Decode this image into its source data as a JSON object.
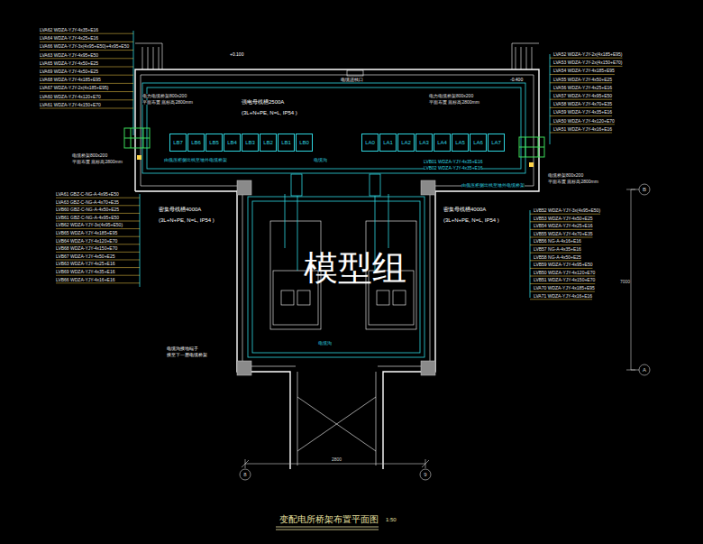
{
  "diagram": {
    "title": "变配电所桥架布置平面图",
    "nodes": [
      {
        "text": [
          "LB7"
        ]
      },
      {
        "text": [
          "LB6"
        ]
      },
      {
        "text": [
          "LB5"
        ]
      },
      {
        "text": [
          "LB4"
        ]
      },
      {
        "text": [
          "LB3"
        ]
      },
      {
        "text": [
          "LB2"
        ]
      },
      {
        "text": [
          "LB1"
        ]
      },
      {
        "text": [
          "LB0"
        ]
      },
      {
        "text": [
          "LA0"
        ]
      },
      {
        "text": [
          "LA1"
        ]
      },
      {
        "text": [
          "LA2"
        ]
      },
      {
        "text": [
          "LA3"
        ]
      },
      {
        "text": [
          "LA4"
        ]
      },
      {
        "text": [
          "LA5"
        ]
      },
      {
        "text": [
          "LA6"
        ]
      },
      {
        "text": [
          "LA7"
        ]
      }
    ],
    "labels": [
      "LVA62 WDZA-YJY-4x35+E16",
      "LVA64 WDZA-YJY-4x25+E16",
      "LVA66 WDZA-YJY-3x(4x95+E50)+4x95+E50",
      "LVA63 WDZA-YJY-4x95+E50",
      "LVA65 WDZA-YJY-4x50+E25",
      "LVA69 WDZA-YJY-4x50+E25",
      "LVA68 WDZA-YJY-4x185+E95",
      "LVA67 WDZA-YJY-2x(4x185+E95)",
      "LVA60 WDZA-YJY-4x120+E70",
      "LVA61 WDZA-YJY-4x150+E70",
      "LVA61 GBZ-C-NG-A-4x95+E50",
      "LVA63 GBZ-C-NG-A-4x70+E35",
      "LVB60 GBZ-C-NG-A-4x50+E25",
      "LVB61 GBZ-C-NG-A-4x95+E50",
      "LVB62 WDZA-YJY-3x(4x95+E50)",
      "LVB65 WDZA-YJY-4x185+E95",
      "LVB64 WDZA-YJY-4x120+E70",
      "LVB68 WDZA-YJY-4x150+E70",
      "LVB67 WDZA-YJY-4x50+E25",
      "LVB63 WDZA-YJY-4x25+E16",
      "LVB69 WDZA-YJY-4x35+E16",
      "LVB66 WDZA-YJY-4x16+E16",
      "LVA52 WDZA-YJY-2x(4x185+E95)",
      "LVA53 WDZA-YJY-2x(4x150+E70)",
      "LVA54 WDZA-YJY-4x185+E95",
      "LVA55 WDZA-YJY-4x50+E25",
      "LVA56 WDZA-YJY-4x25+E16",
      "LVA57 WDZA-YJY-4x95+E50",
      "LVA58 WDZA-YJY-4x70+E35",
      "LVA59 WDZA-YJY-4x35+E16",
      "LVA50 WDZA-YJY-4x120+E70",
      "LVA51 WDZA-YJY-4x16+E16",
      "LVB52 WDZA-YJY-3x(4x95+E50)",
      "LVB53 WDZA-YJY-4x50+E25",
      "LVB54 WDZA-YJY-4x25+E16",
      "LVB55 WDZA-YJY-4x70+E35",
      "LVB56 NG-A-4x16+E16",
      "LVB57 NG-A-4x35+E16",
      "LVB58 NG-A-4x50+E25",
      "LVB59 WDZA-YJY-4x95+E50",
      "LVB50 WDZA-YJY-4x120+E70",
      "LVB51 WDZA-YJY-4x150+E70",
      "LVA70 WDZA-YJY-4x185+E95",
      "LVA71 WDZA-YJY-4x16+E16",
      "+0.100",
      "-0.400",
      "电缆进线口",
      "电力电缆桥架800x200",
      "平面布置 底标高2800mm",
      "电力电缆桥架800x200",
      "平面布置 底标高2800mm",
      "强电母线槽2500A",
      "(3L+N+PE, N=L, IP54 )",
      "电缆沟",
      "由低压柜侧出线至墙外电缆桥架",
      "由低压柜侧出线至墙外电缆桥架",
      "密集母线槽4000A",
      "(3L+N+PE, N=L, IP54 )",
      "密集母线槽4000A",
      "(3L+N+PE, N=L, IP54 )",
      "电缆沟",
      "电缆沟接地端子",
      "接至下一层电缆桥架",
      "2800",
      "7000",
      "B",
      "A",
      "8",
      "9",
      "1:50",
      "模型组",
      "电缆桥架800x200",
      "平面布置 底标高2800mm",
      "电缆桥架800x200",
      "平面布置 底标高2800mm",
      "LVB01 WDZA-YJY-4x35+E16",
      "LVB02 WDZA-YJY-4x35+E16"
    ]
  }
}
